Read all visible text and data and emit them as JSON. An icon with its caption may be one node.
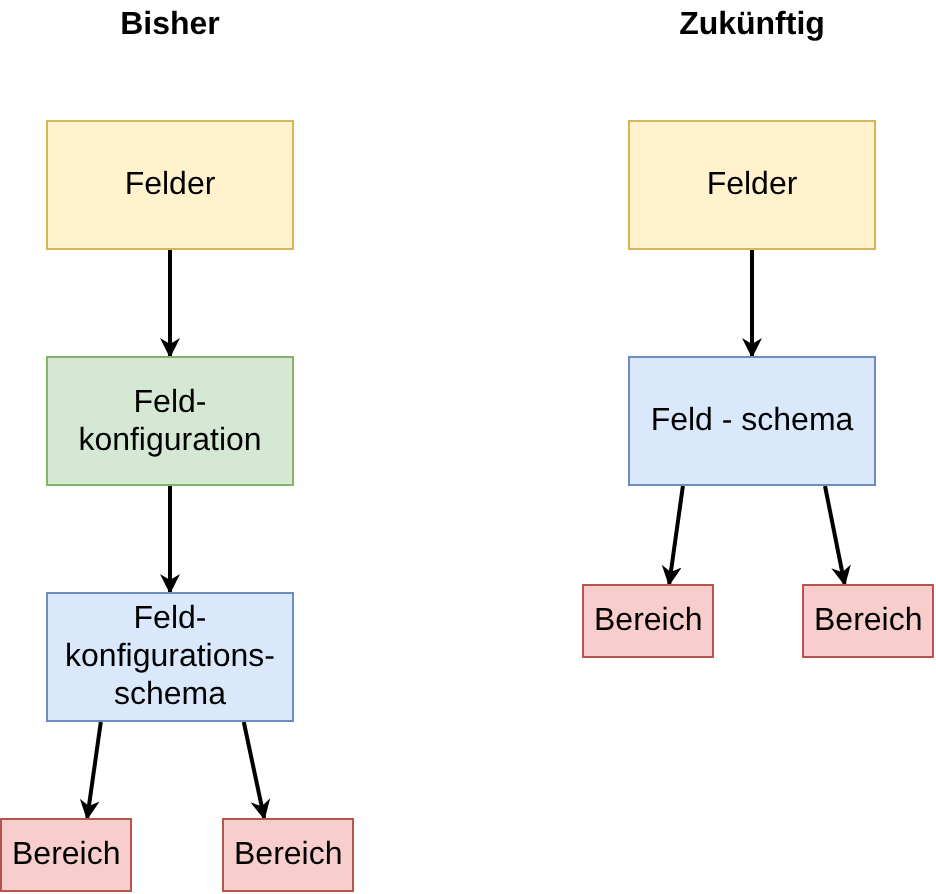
{
  "diagram": {
    "nodes": [
      {
        "text": [
          "Felder"
        ]
      },
      {
        "text": [
          "Feld- konfiguration"
        ]
      },
      {
        "text": [
          "Feld- konfigurations- schema"
        ]
      },
      {
        "text": [
          "Bereich"
        ]
      },
      {
        "text": [
          "Bereich"
        ]
      },
      {
        "text": [
          "Felder"
        ]
      },
      {
        "text": [
          "Feld - schema"
        ]
      },
      {
        "text": [
          "Bereich"
        ]
      },
      {
        "text": [
          "Bereich"
        ]
      }
    ],
    "edges": [
      {
        "from": 0,
        "to": 1,
        "arrow": "to"
      },
      {
        "from": 1,
        "to": 2,
        "arrow": "to"
      },
      {
        "from": 2,
        "to": 3,
        "arrow": "to"
      },
      {
        "from": 2,
        "to": 4,
        "arrow": "to"
      },
      {
        "from": 5,
        "to": 6,
        "arrow": "to"
      },
      {
        "from": 6,
        "to": 7,
        "arrow": "to"
      },
      {
        "from": 6,
        "to": 8,
        "arrow": "to"
      }
    ],
    "labels": [
      "Bisher",
      "Zukünftig"
    ]
  }
}
